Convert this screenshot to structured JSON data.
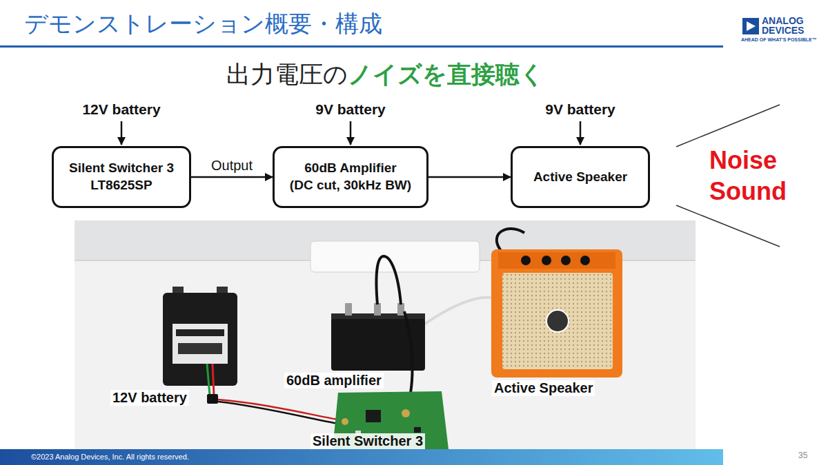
{
  "diagram": {
    "title": "デモンストレーション概要・構成",
    "nodes": [
      {
        "text": [
          "Silent Switcher 3 LT8625SP"
        ]
      },
      {
        "text": [
          "60dB Amplifier (DC cut, 30kHz BW)"
        ]
      },
      {
        "text": [
          "Active Speaker"
        ]
      }
    ],
    "edges": [
      {
        "from": 0,
        "to": 1,
        "arrow": "to",
        "label": "Output"
      },
      {
        "from": 1,
        "to": 2,
        "arrow": "to"
      }
    ],
    "labels": [
      "ANALOG DEVICES",
      "AHEAD OF WHAT'S POSSIBLE™",
      "出力電圧の",
      "ノイズを直接聴く",
      "12V battery",
      "9V battery",
      "9V battery",
      "Noise Sound",
      "12V battery",
      "60dB amplifier",
      "Active Speaker",
      "Silent Switcher 3",
      "©2023 Analog Devices, Inc. All rights reserved.",
      "35"
    ]
  }
}
